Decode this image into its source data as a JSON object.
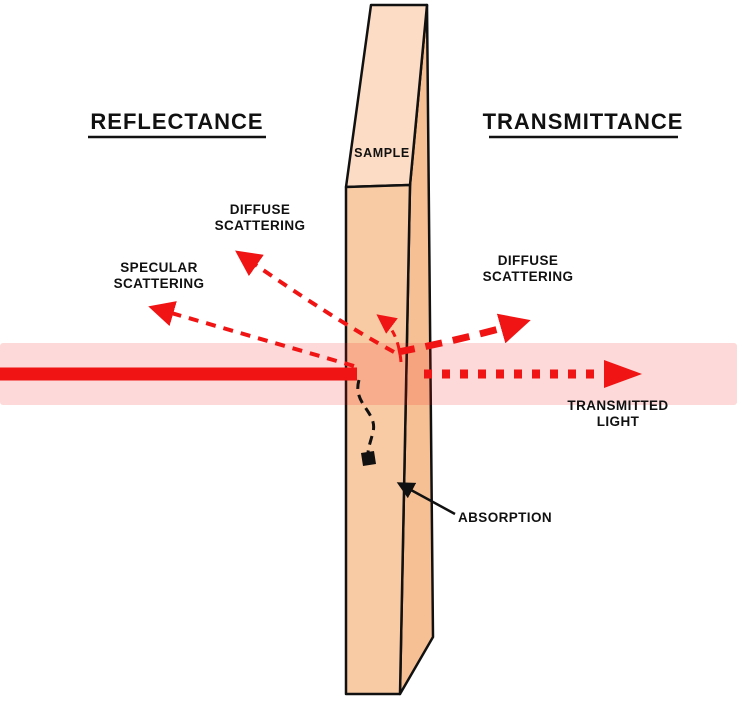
{
  "diagram": {
    "title_left": "REFLECTANCE",
    "title_right": "TRANSMITTANCE",
    "sample_label": "SAMPLE",
    "labels": {
      "diffuse_left_1": "DIFFUSE",
      "diffuse_left_2": "SCATTERING",
      "specular_1": "SPECULAR",
      "specular_2": "SCATTERING",
      "diffuse_right_1": "DIFFUSE",
      "diffuse_right_2": "SCATTERING",
      "transmitted_1": "TRANSMITTED",
      "transmitted_2": "LIGHT",
      "absorption": "ABSORPTION"
    },
    "colors": {
      "beam_red": "#f01414",
      "beam_glow": "rgba(240,20,20,0.16)",
      "sample_front": "#f9cba4",
      "sample_side": "#f6c094",
      "sample_top": "#fcdcc4",
      "outline": "#111111"
    }
  }
}
